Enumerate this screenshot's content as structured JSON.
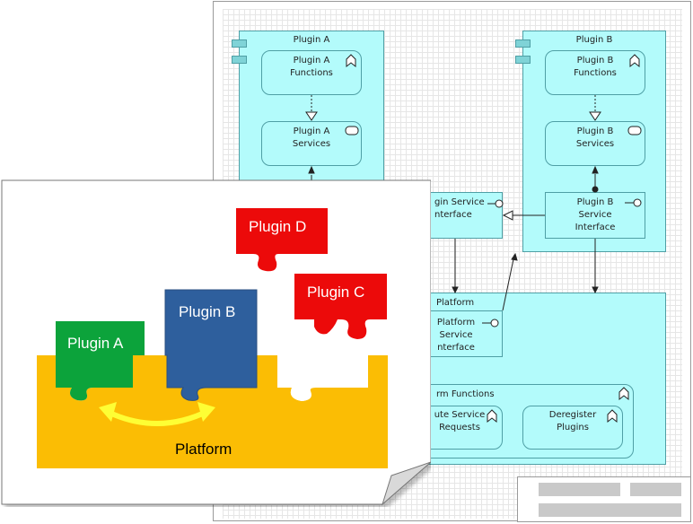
{
  "plugin_a": {
    "title": "Plugin A",
    "functions": "Plugin A\nFunctions",
    "services": "Plugin A\nServices"
  },
  "plugin_b": {
    "title": "Plugin B",
    "functions": "Plugin B\nFunctions",
    "services": "Plugin B\nServices",
    "interface": "Plugin B\nService\nInterface"
  },
  "plugin_service_interface": "gin Service\nnterface",
  "platform": {
    "title": "Platform",
    "interface": "Platform\nService\nnterface",
    "functions": "rm Functions",
    "route": "ute Service\nRequests",
    "deregister": "Deregister\nPlugins"
  },
  "illustration": {
    "plugin_a": "Plugin A",
    "plugin_b": "Plugin B",
    "plugin_c": "Plugin C",
    "plugin_d": "Plugin D",
    "platform": "Platform"
  },
  "colors": {
    "cyan": "#b3fbfb",
    "platform_orange": "#fbbd04",
    "plugin_green": "#0ca33b",
    "plugin_blue": "#2e5f9d",
    "plugin_red": "#ec0a0a",
    "arrow_yellow": "#fefe34"
  }
}
